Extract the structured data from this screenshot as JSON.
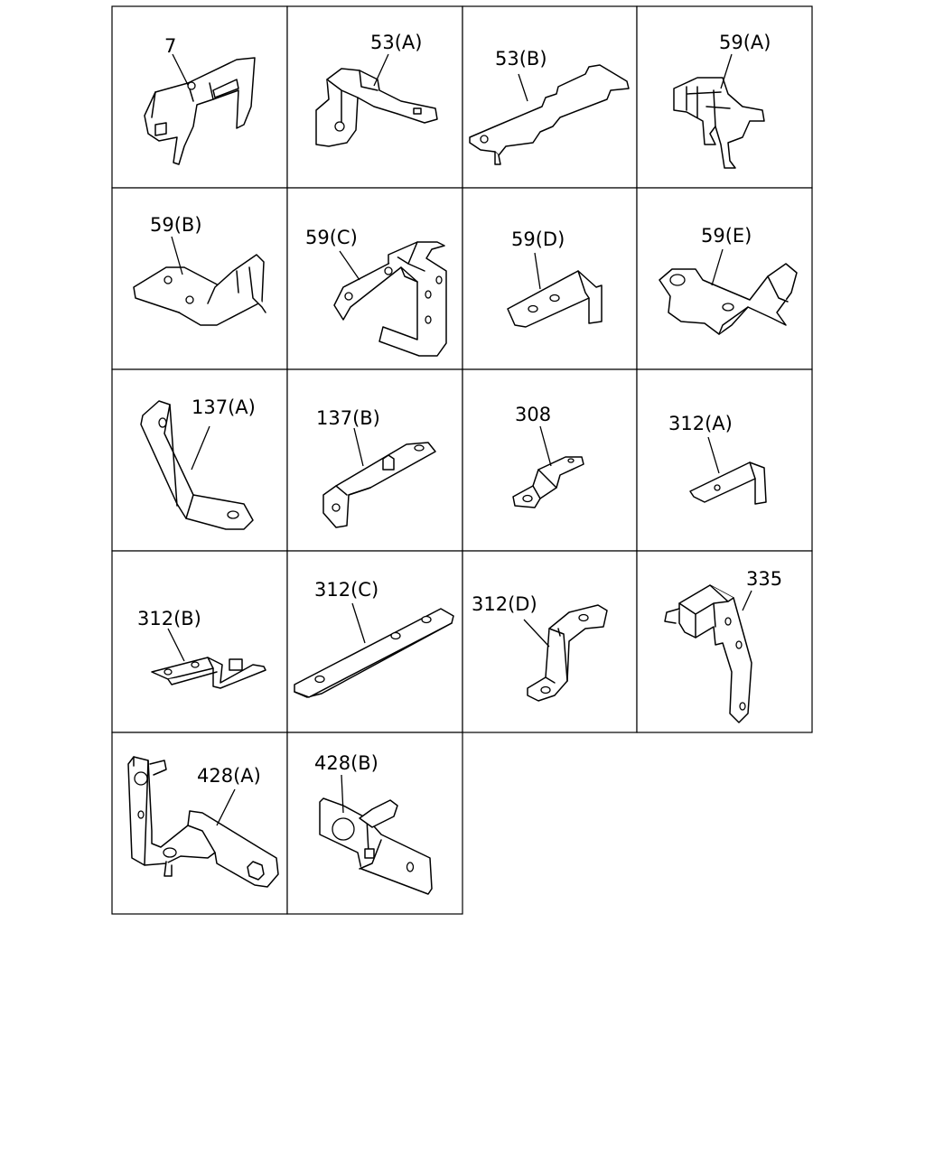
{
  "parts": [
    {
      "id": "p7",
      "label": "7"
    },
    {
      "id": "p53a",
      "label": "53(A)"
    },
    {
      "id": "p53b",
      "label": "53(B)"
    },
    {
      "id": "p59a",
      "label": "59(A)"
    },
    {
      "id": "p59b",
      "label": "59(B)"
    },
    {
      "id": "p59c",
      "label": "59(C)"
    },
    {
      "id": "p59d",
      "label": "59(D)"
    },
    {
      "id": "p59e",
      "label": "59(E)"
    },
    {
      "id": "p137a",
      "label": "137(A)"
    },
    {
      "id": "p137b",
      "label": "137(B)"
    },
    {
      "id": "p308",
      "label": "308"
    },
    {
      "id": "p312a",
      "label": "312(A)"
    },
    {
      "id": "p312b",
      "label": "312(B)"
    },
    {
      "id": "p312c",
      "label": "312(C)"
    },
    {
      "id": "p312d",
      "label": "312(D)"
    },
    {
      "id": "p335",
      "label": "335"
    },
    {
      "id": "p428a",
      "label": "428(A)"
    },
    {
      "id": "p428b",
      "label": "428(B)"
    }
  ]
}
